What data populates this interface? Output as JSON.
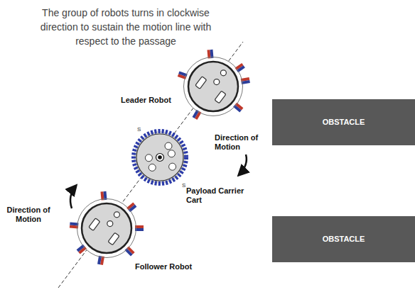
{
  "diagram": {
    "title": "The group of robots turns in clockwise direction to sustain the motion line with respect to the passage",
    "nodes": [
      {
        "text": [
          "Leader Robot"
        ]
      },
      {
        "text": [
          "OBSTACLE"
        ]
      },
      {
        "text": [
          "Payload Carrier Cart"
        ]
      },
      {
        "text": [
          "OBSTACLE"
        ]
      },
      {
        "text": [
          "Follower Robot"
        ]
      }
    ],
    "labels": [
      "Direction of Motion",
      "S",
      "S",
      "Direction of Motion"
    ]
  }
}
